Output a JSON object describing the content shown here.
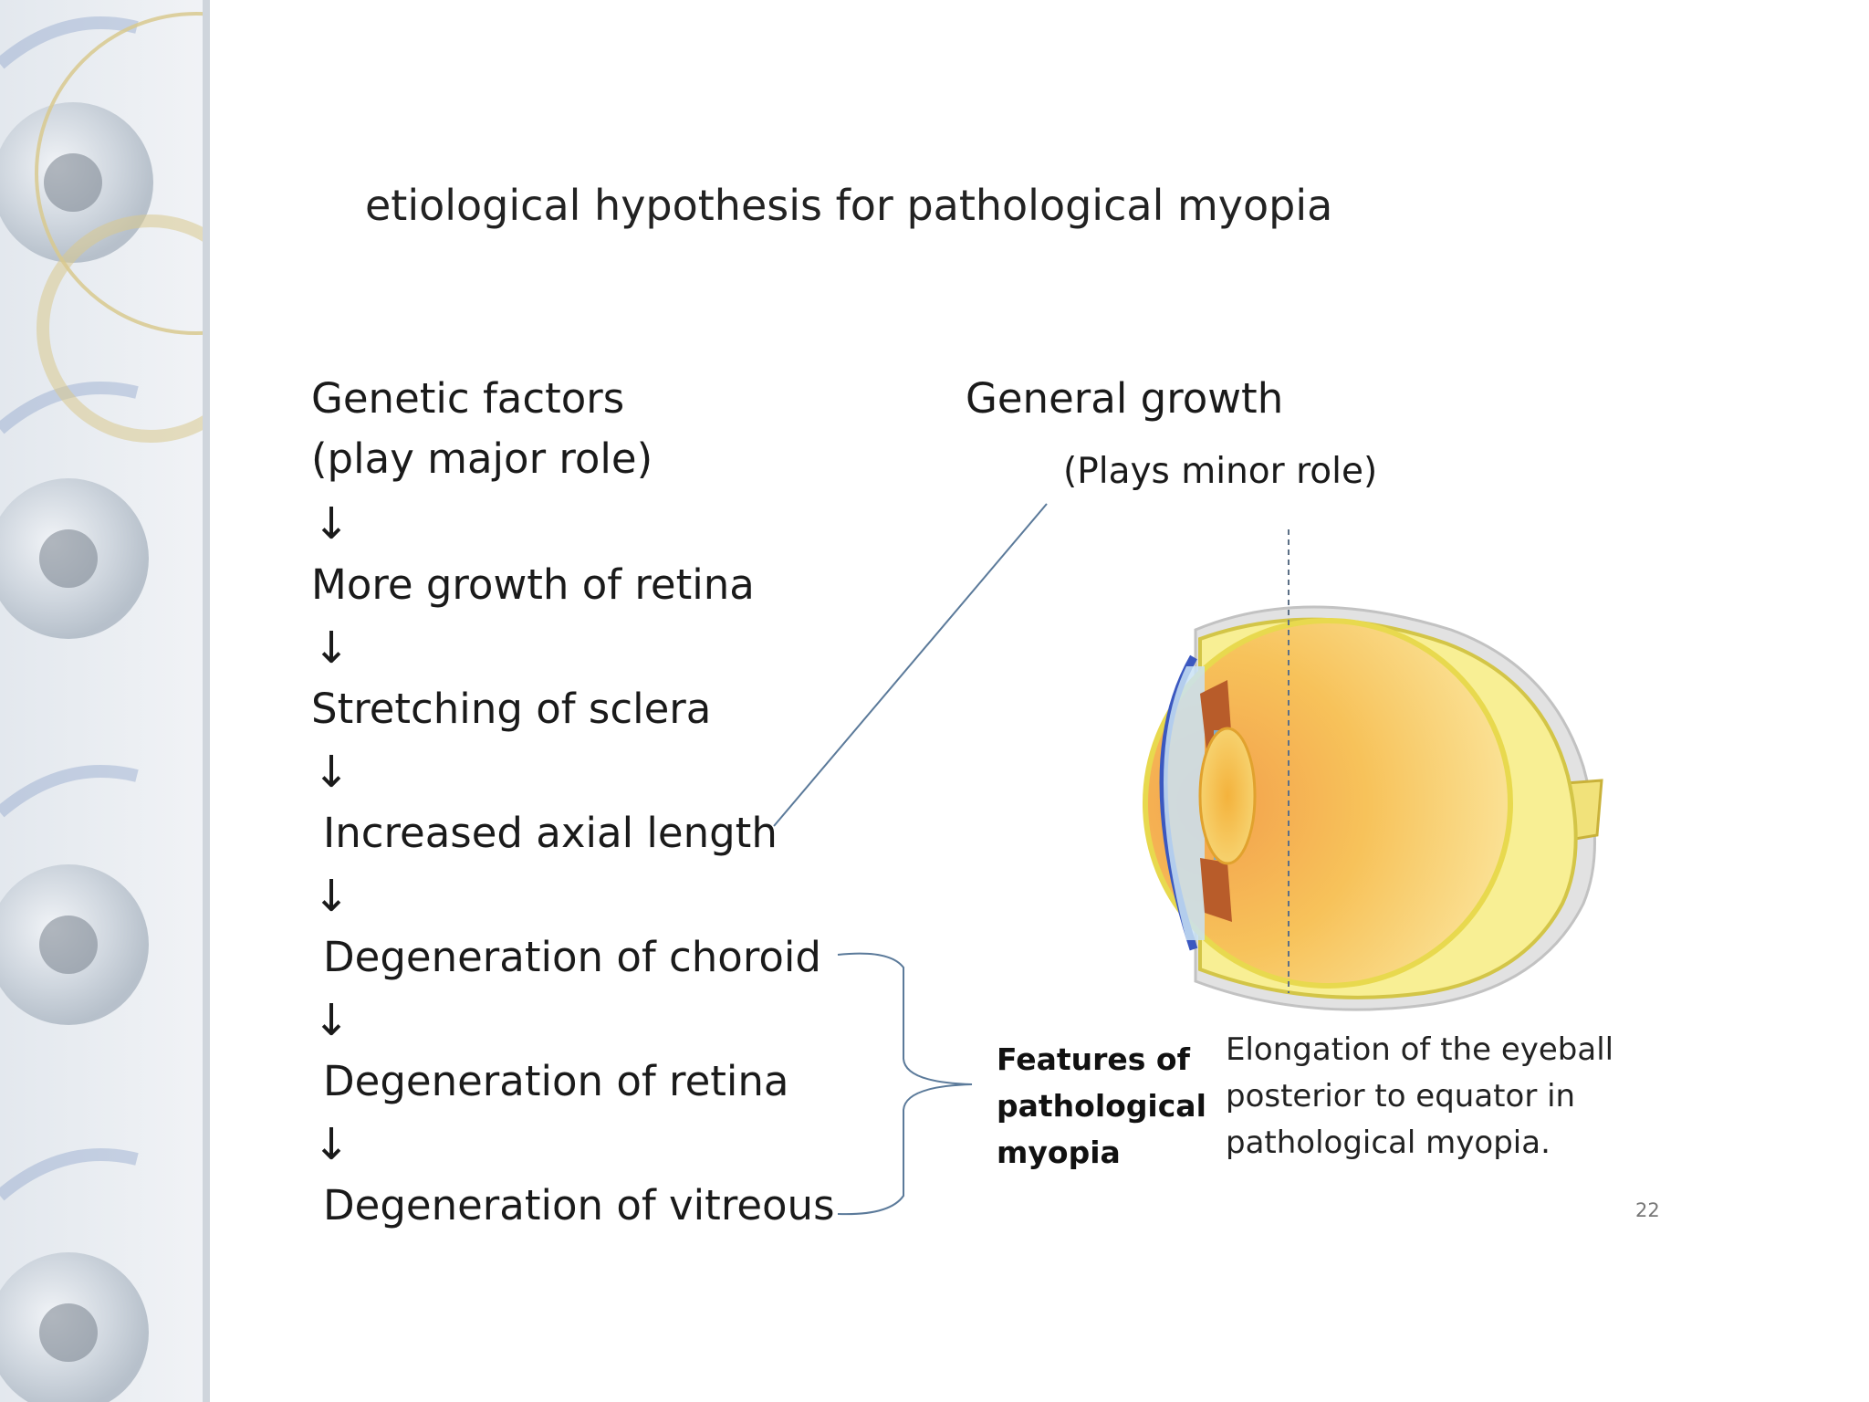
{
  "slide": {
    "title": "etiological hypothesis for pathological myopia",
    "page_number": "22"
  },
  "flow": {
    "genetic_factors": "Genetic factors",
    "genetic_role": "(play major role)",
    "steps": [
      "More growth of retina",
      "Stretching of sclera",
      "Increased axial length",
      "Degeneration of choroid",
      "Degeneration of retina",
      "Degeneration of vitreous"
    ],
    "arrow_glyph": "↓"
  },
  "growth": {
    "label": "General growth",
    "role": "(Plays minor role)"
  },
  "features": {
    "line1": "Features of",
    "line2": "pathological",
    "line3": "myopia"
  },
  "caption": {
    "line1": "Elongation of the eyeball",
    "line2": "posterior to equator in",
    "line3": "pathological myopia."
  },
  "icons": [
    "eye-globe-icon",
    "eyeball-cross-section-icon"
  ],
  "colors": {
    "sidebar_bg": "#dfe5ec",
    "ring": "#d8c98e",
    "connector": "#5b7a9a",
    "iris_blue": "#3b58c0"
  }
}
